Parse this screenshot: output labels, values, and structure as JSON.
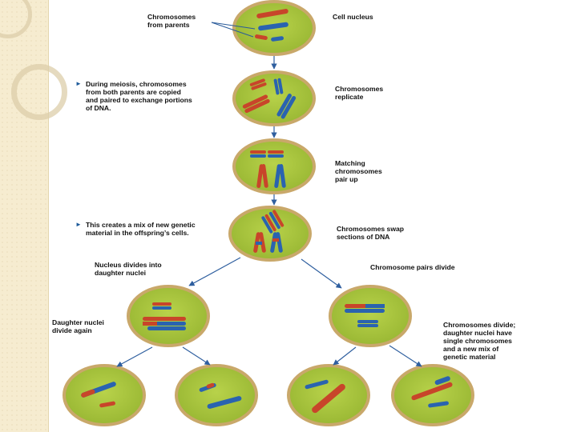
{
  "labels": {
    "chromosomes_from_parents": "Chromosomes\nfrom parents",
    "cell_nucleus": "Cell nucleus",
    "meiosis_note": "During meiosis, chromosomes\nfrom both parents are copied\nand paired to exchange portions\nof DNA.",
    "chromosomes_replicate": "Chromosomes\nreplicate",
    "matching_pair_up": "Matching\nchromosomes\npair up",
    "mix_note": "This creates a mix of new genetic\nmaterial in the offspring’s cells.",
    "swap_sections": "Chromosomes swap\nsections of DNA",
    "nucleus_divides": "Nucleus divides into\ndaughter nuclei",
    "pairs_divide": "Chromosome pairs divide",
    "daughter_divide_again": "Daughter nuclei\ndivide again",
    "divide_single": "Chromosomes divide;\ndaughter nuclei have\nsingle chromosomes\nand a new mix of\ngenetic material"
  },
  "colors": {
    "cell_fill": "#a8c83a",
    "cell_rim": "#c9a86a",
    "maternal": "#c8452a",
    "paternal": "#2a63b0",
    "arrow": "#2f5f9f",
    "sidebar": "#f6ecd0"
  },
  "icons": {
    "bullet": "triangle-bullet-icon"
  }
}
